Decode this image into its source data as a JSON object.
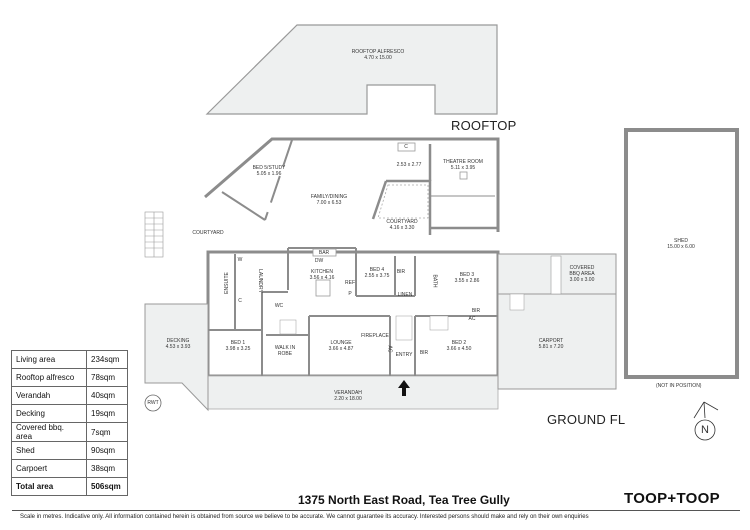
{
  "floorplan": {
    "rooftop": {
      "floor_label": "ROOFTOP",
      "rooms": [
        {
          "name": "ROOFTOP ALFRESCO",
          "size": "4.70 x 15.00"
        }
      ]
    },
    "ground": {
      "floor_label": "GROUND FL",
      "rooms": [
        {
          "name": "BED 5/STUDY",
          "size": "5.05 x 1.96"
        },
        {
          "name": "FAMILY/DINING",
          "size": "7.00 x 6.53"
        },
        {
          "name": "",
          "size": "2.53 x 2.77"
        },
        {
          "name": "THEATRE ROOM",
          "size": "5.11 x 3.95"
        },
        {
          "name": "COURTYARD",
          "size": "4.16 x 3.30"
        },
        {
          "name": "COURTYARD",
          "size": ""
        },
        {
          "name": "KITCHEN",
          "size": "3.56 x 4.16"
        },
        {
          "name": "BED 4",
          "size": "2.55 x 3.75"
        },
        {
          "name": "BED 3",
          "size": "3.55 x 2.86"
        },
        {
          "name": "COVERED BBQ AREA",
          "size": "3.00 x 3.00"
        },
        {
          "name": "SHED",
          "size": "15.00 x 6.00"
        },
        {
          "name": "DECKING",
          "size": "4.53 x 3.93"
        },
        {
          "name": "BED 1",
          "size": "3.98 x 3.25"
        },
        {
          "name": "WALK IN ROBE",
          "size": ""
        },
        {
          "name": "LOUNGE",
          "size": "3.66 x 4.87"
        },
        {
          "name": "BED 2",
          "size": "3.66 x 4.50"
        },
        {
          "name": "CARPORT",
          "size": "5.81 x 7.20"
        },
        {
          "name": "VERANDAH",
          "size": "2.20 x 18.00"
        },
        {
          "name": "ENTRY",
          "size": ""
        }
      ],
      "fixtures": [
        "C",
        "BAR",
        "DW",
        "REF",
        "P",
        "ENSUITE",
        "LAUNDRY",
        "W",
        "C",
        "WC",
        "BIR",
        "BATH",
        "LINEN",
        "BIR",
        "AC",
        "FIREPLACE",
        "AC",
        "BIR",
        "RWT"
      ],
      "shed_note": "(NOT IN POSITION)",
      "compass": "N"
    }
  },
  "area_table": {
    "rows": [
      {
        "label": "Living area",
        "value": "234sqm"
      },
      {
        "label": "Rooftop alfresco",
        "value": "78sqm"
      },
      {
        "label": "Verandah",
        "value": "40sqm"
      },
      {
        "label": "Decking",
        "value": "19sqm"
      },
      {
        "label": "Covered bbq. area",
        "value": "7sqm"
      },
      {
        "label": "Shed",
        "value": "90sqm"
      },
      {
        "label": "Carpoert",
        "value": "38sqm"
      }
    ],
    "total": {
      "label": "Total area",
      "value": "506sqm"
    }
  },
  "footer": {
    "address": "1375 North East Road, Tea Tree Gully",
    "brand": "TOOP+TOOP",
    "disclaimer": "Scale in metres. Indicative only. All information contained herein is obtained from source we believe to be accurate. We cannot guarantee its accuracy. Interested persons should make and rely on their own enquiries"
  },
  "colors": {
    "wall": "#8c8c8c",
    "floor_fill": "#eef0f0",
    "text": "#222222"
  }
}
